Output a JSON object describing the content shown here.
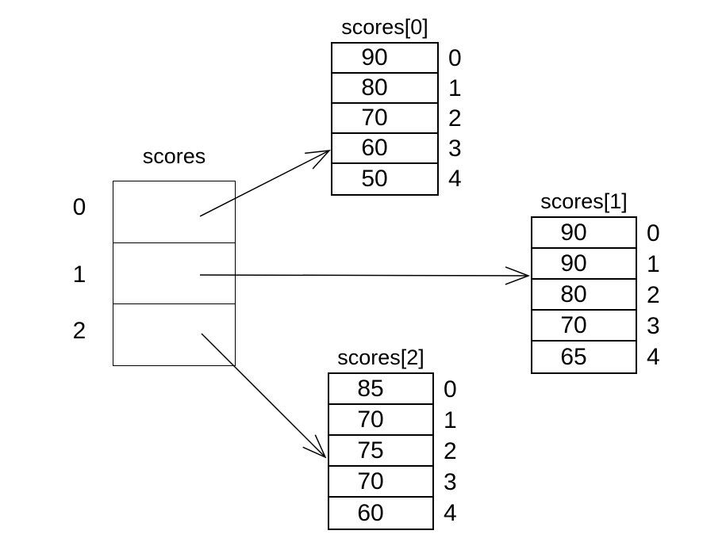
{
  "colors": {
    "background": "#ffffff",
    "line": "#000000",
    "text": "#000000"
  },
  "pointer_array": {
    "title": "scores",
    "indices": [
      "0",
      "1",
      "2"
    ]
  },
  "sub_arrays": [
    {
      "title": "scores[0]",
      "values": [
        "90",
        "80",
        "70",
        "60",
        "50"
      ],
      "indices": [
        "0",
        "1",
        "2",
        "3",
        "4"
      ]
    },
    {
      "title": "scores[1]",
      "values": [
        "90",
        "90",
        "80",
        "70",
        "65"
      ],
      "indices": [
        "0",
        "1",
        "2",
        "3",
        "4"
      ]
    },
    {
      "title": "scores[2]",
      "values": [
        "85",
        "70",
        "75",
        "70",
        "60"
      ],
      "indices": [
        "0",
        "1",
        "2",
        "3",
        "4"
      ]
    }
  ]
}
